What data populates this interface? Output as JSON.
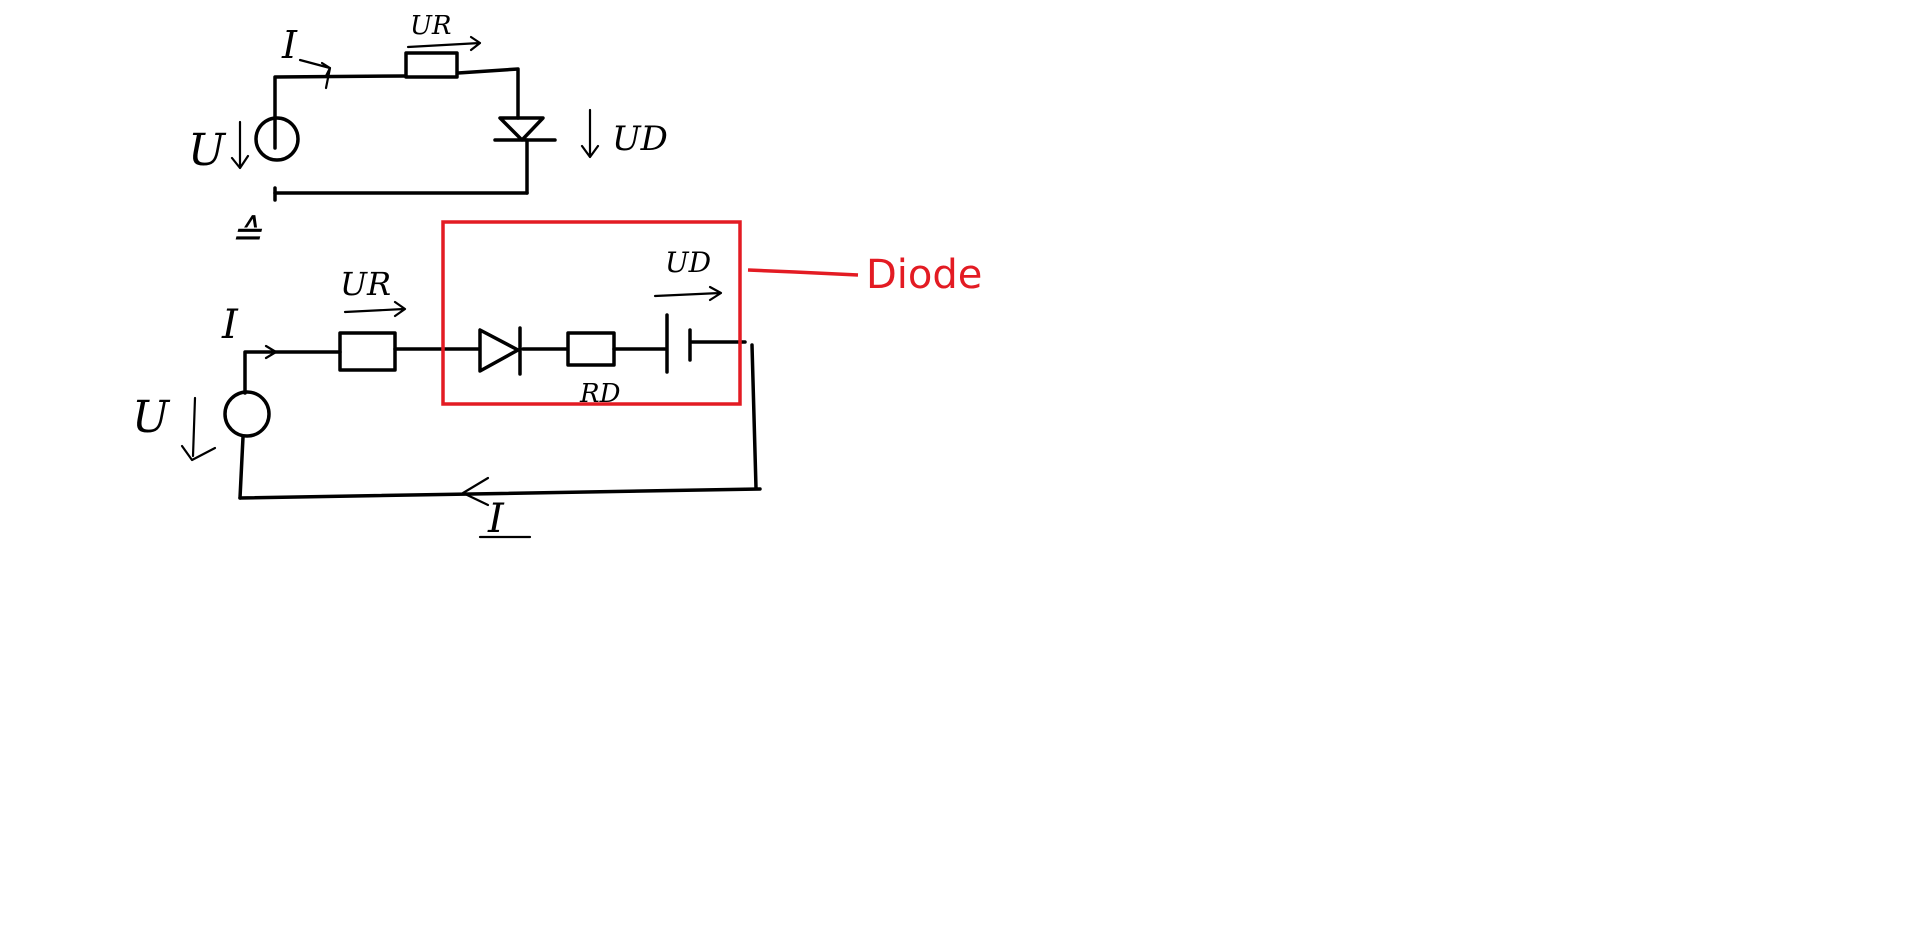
{
  "top_circuit": {
    "current_label": "I",
    "resistor_voltage_label": "UR",
    "source_voltage_label": "U",
    "diode_voltage_label": "UD"
  },
  "equivalence_symbol": "≙",
  "bottom_circuit": {
    "current_label_top": "I",
    "current_label_bottom": "I",
    "resistor_voltage_label": "UR",
    "source_voltage_label": "U",
    "diode_internal_resistance_label": "RD",
    "diode_voltage_label": "UD",
    "diode_box_label": "Diode"
  },
  "colors": {
    "ink": "#000000",
    "highlight": "#e31b23"
  }
}
